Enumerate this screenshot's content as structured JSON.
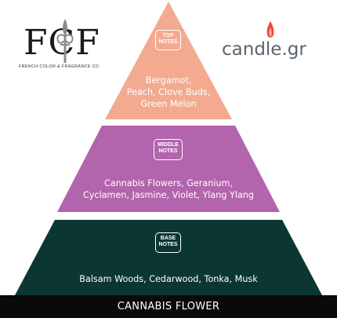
{
  "brands": {
    "fcf": {
      "wordmark": "FCF",
      "tagline": "FRENCH COLOR & FRAGRANCE CO."
    },
    "candle": {
      "wordmark": "candle.gr",
      "flame_color": "#e8493a"
    }
  },
  "pyramid": {
    "tiers": [
      {
        "badge": [
          "TOP",
          "NOTES"
        ],
        "lines": [
          "Bergamot,",
          "Peach, Clove Buds,",
          "Green Melon"
        ],
        "color": "#f4aa90"
      },
      {
        "badge": [
          "MIDDLE",
          "NOTES"
        ],
        "lines": [
          "Cannabis Flowers, Geranium,",
          "Cyclamen, Jasmine, Violet, Ylang Ylang"
        ],
        "color": "#b264ac"
      },
      {
        "badge": [
          "BASE",
          "NOTES"
        ],
        "lines": [
          "Balsam Woods, Cedarwood, Tonka, Musk"
        ],
        "color": "#0c3631"
      }
    ],
    "footer": {
      "title": "CANNABIS FLOWER",
      "color": "#0a0a0a"
    }
  }
}
